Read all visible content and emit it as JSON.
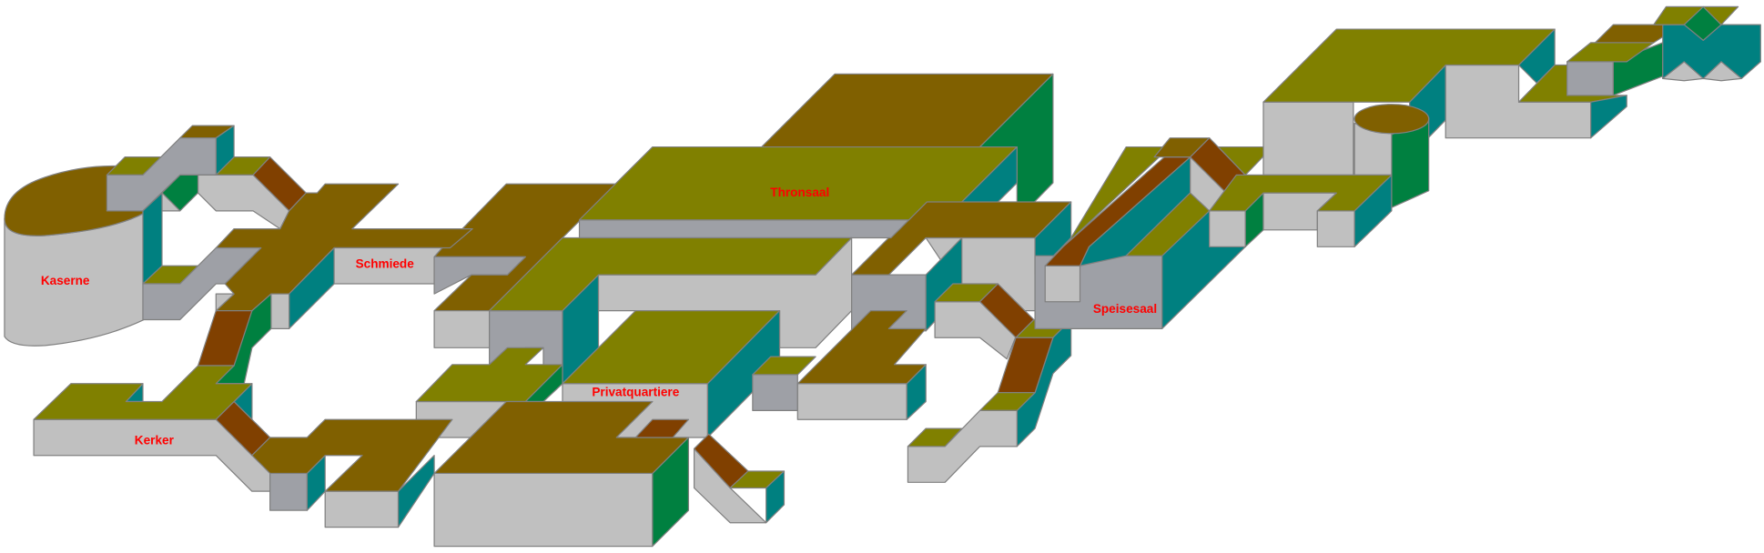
{
  "title": "Dungeon map",
  "rooms": {
    "kaserne": "Kaserne",
    "schmiede": "Schmiede",
    "thronsaal": "Thronsaal",
    "speisesaal": "Speisesaal",
    "privatquartiere": "Privatquartiere",
    "kerker": "Kerker"
  },
  "colors": {
    "floor_top": "#808000",
    "floor_top_dark": "#806000",
    "ramp": "#804000",
    "side_teal": "#008080",
    "side_green": "#008040",
    "wall_light": "#c0c0c0",
    "wall_dark": "#9ea0a6",
    "label": "#ff0000"
  }
}
